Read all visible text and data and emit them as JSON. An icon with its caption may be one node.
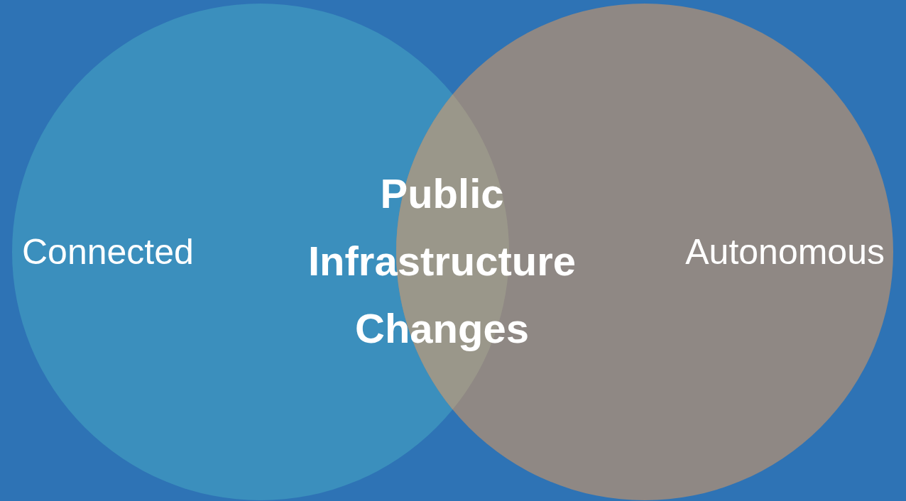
{
  "diagram": {
    "nodes": [
      {
        "text": [
          "Connected"
        ]
      },
      {
        "text": [
          "Autonomous"
        ]
      },
      {
        "text": [
          "Public Infrastructure Changes"
        ]
      }
    ]
  }
}
